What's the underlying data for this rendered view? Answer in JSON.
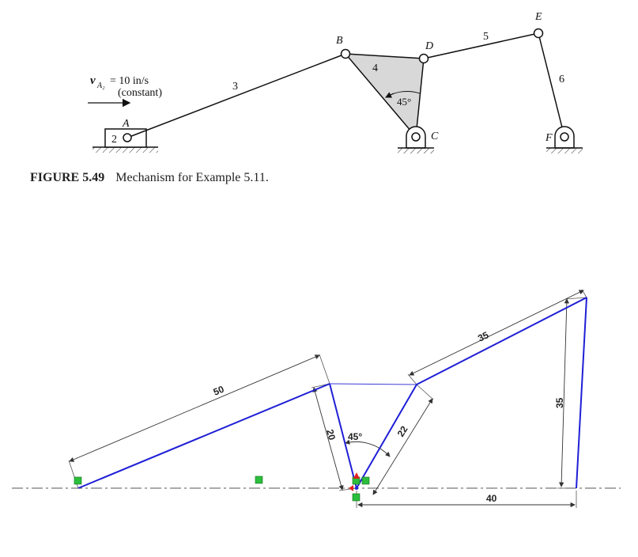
{
  "figure": {
    "caption_label": "FIGURE 5.49",
    "caption_text": "Mechanism for Example 5.11.",
    "velocity_main": "v",
    "velocity_sub": "A₂",
    "velocity_value": "= 10 in/s",
    "velocity_note": "(constant)",
    "link_labels": {
      "link2": "2",
      "link3": "3",
      "link4": "4",
      "link5": "5",
      "link6": "6"
    },
    "joint_labels": {
      "A": "A",
      "B": "B",
      "C": "C",
      "D": "D",
      "E": "E",
      "F": "F"
    },
    "angle_label": "45°"
  },
  "sketch": {
    "dim_ab": "50",
    "dim_bc": "20",
    "dim_angle": "45°",
    "dim_cd": "22",
    "dim_de": "35",
    "dim_ef": "35",
    "dim_cf": "40"
  },
  "colors": {
    "link_blue": "#1f1fd6",
    "marker_green": "#2bbf3c",
    "marker_red": "#e02020",
    "dimension": "#333333",
    "fill_gray": "#d8d8d8"
  }
}
